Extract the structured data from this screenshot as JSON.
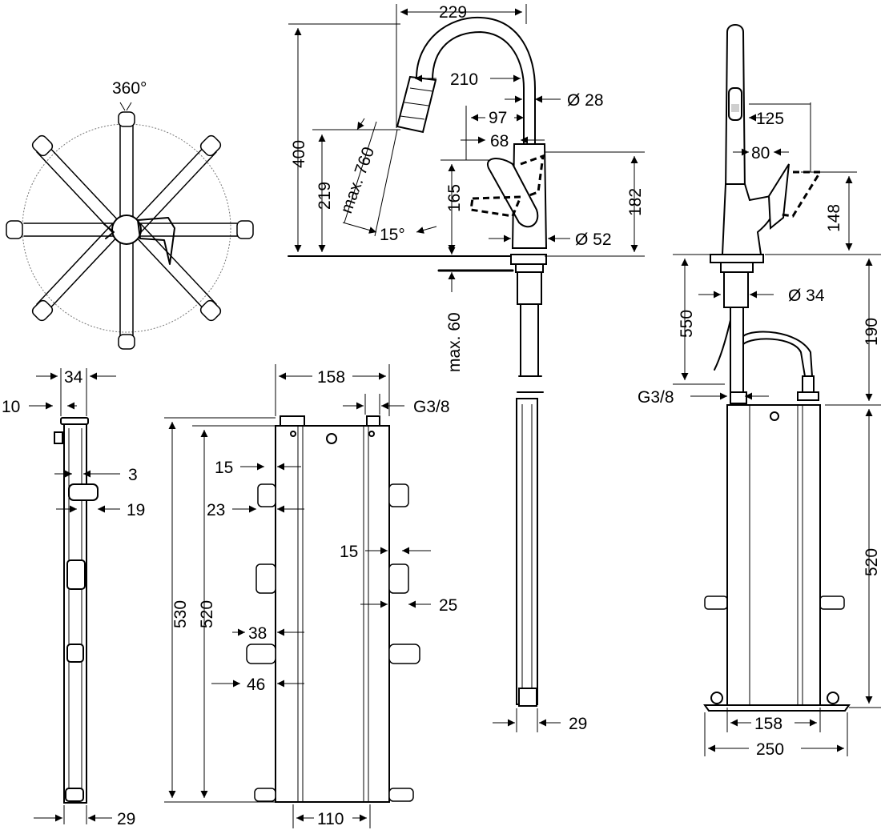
{
  "top_view": {
    "rotation_label": "360°"
  },
  "spout_view": {
    "dims": {
      "spout_width": "229",
      "spout_reach": "210",
      "spout_diameter": "Ø 28",
      "handle_offset_97": "97",
      "handle_offset_68": "68",
      "total_height": "400",
      "outlet_height": "219",
      "hose_reach": "max. 760",
      "angle": "15°",
      "handle_height": "165",
      "lever_height": "182",
      "base_diameter": "Ø 52",
      "deck_thickness": "max. 60",
      "tube_width": "29"
    }
  },
  "side_view": {
    "dims": {
      "lever_reach": "125",
      "body_width": "80",
      "lever_height": "148",
      "thread_diameter": "Ø 34",
      "hose_length": "550",
      "connector_height": "190",
      "connector_thread": "G3/8",
      "box_height": "520",
      "box_width": "158",
      "base_width": "250"
    }
  },
  "box_side_view": {
    "dims": {
      "total_depth": "34",
      "flange": "10",
      "wall": "3",
      "clip": "19",
      "bottom": "29"
    }
  },
  "box_front_view": {
    "dims": {
      "width": "158",
      "thread": "G3/8",
      "offset_15_left": "15",
      "offset_23": "23",
      "offset_15_right": "15",
      "offset_25": "25",
      "height_530": "530",
      "height_520": "520",
      "offset_38": "38",
      "offset_46": "46",
      "inner_width": "110"
    }
  }
}
